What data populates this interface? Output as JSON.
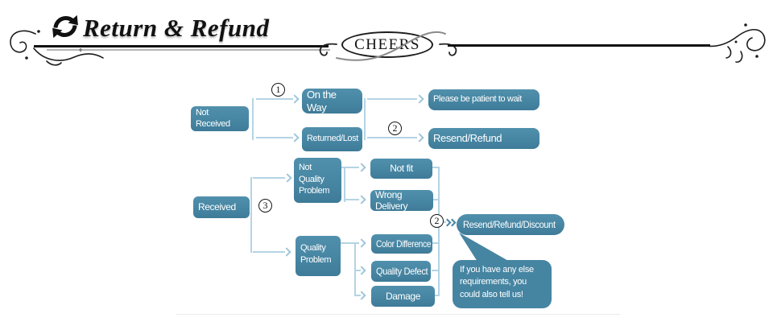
{
  "header": {
    "title": "Return & Refund",
    "script_word": "CHEERS"
  },
  "flow": {
    "step_markers": {
      "one": "1",
      "two_top": "2",
      "three": "3",
      "two_bottom": "2"
    },
    "nodes": {
      "not_received": "Not Received",
      "on_the_way": "On the Way",
      "returned_lost": "Returned/Lost",
      "patient_wait": "Please be patient to wait",
      "resend_refund": "Resend/Refund",
      "received": "Received",
      "not_quality_problem": "Not Quality Problem",
      "not_fit": "Not fit",
      "wrong_delivery": "Wrong Delivery",
      "quality_problem": "Quality Problem",
      "color_difference": "Color Difference",
      "quality_defect": "Quality Defect",
      "damage": "Damage",
      "resend_refund_discount": "Resend/Refund/Discount",
      "bubble_note": "If you have any else requirements, you could also tell us!"
    },
    "colors": {
      "node_fill": "#4685a2",
      "connector": "#b4d4e4",
      "arrow": "#9fc6da",
      "ink": "#111111"
    }
  }
}
